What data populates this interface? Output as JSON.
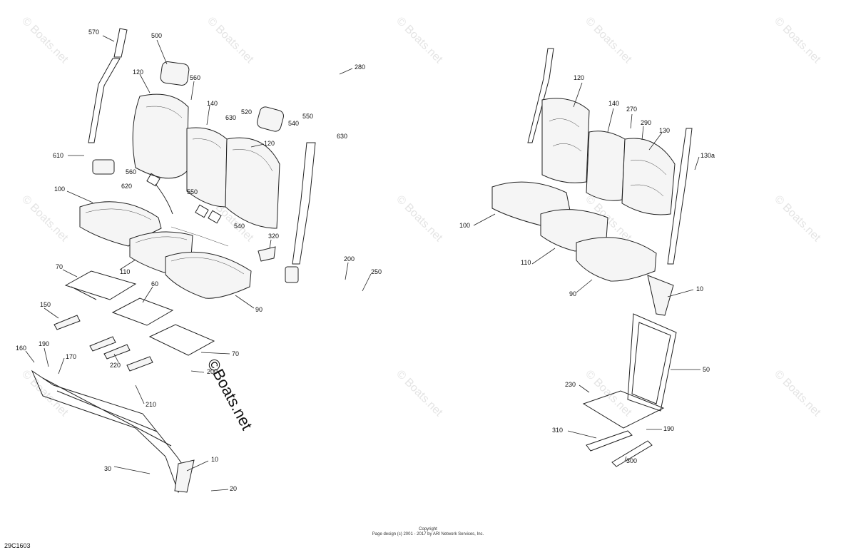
{
  "diagram": {
    "code": "29C1603",
    "copyright_title": "Copyright",
    "copyright_text": "Page design (c) 2001 - 2017 by ARI Network Services, Inc.",
    "watermark": "© Boats.net",
    "center_watermark": "©Boats.net"
  },
  "left_callouts": [
    "570",
    "500",
    "120",
    "560",
    "140",
    "610",
    "520",
    "540",
    "550",
    "630",
    "280",
    "620",
    "560",
    "100",
    "550",
    "630",
    "540",
    "320",
    "110",
    "200",
    "250",
    "70",
    "60",
    "90",
    "150",
    "160",
    "190",
    "170",
    "220",
    "200",
    "210",
    "70",
    "30",
    "10",
    "20",
    "120"
  ],
  "right_callouts": [
    "120",
    "140",
    "270",
    "290",
    "130",
    "130a",
    "100",
    "110",
    "90",
    "10",
    "50",
    "230",
    "310",
    "190",
    "300"
  ]
}
